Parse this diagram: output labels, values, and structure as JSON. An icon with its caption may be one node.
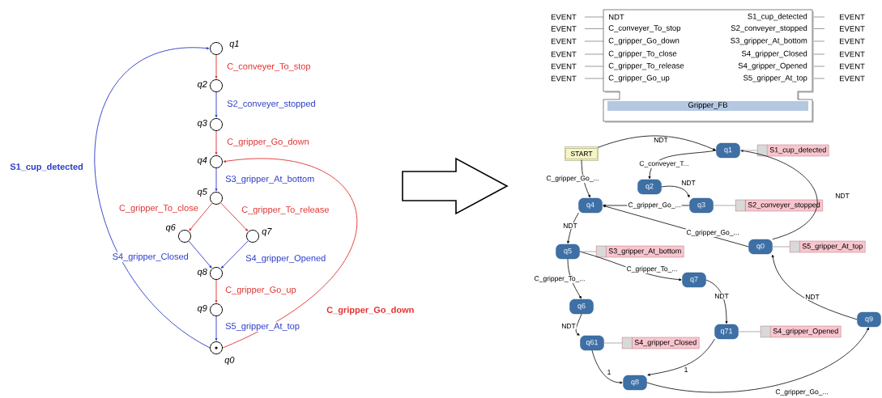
{
  "diagram": {
    "nodes": [
      {
        "text": [],
        "shape": "circle",
        "beside": [
          "q1"
        ]
      },
      {
        "text": [],
        "shape": "circle",
        "beside": [
          "q2"
        ]
      },
      {
        "text": [],
        "shape": "circle",
        "beside": [
          "q3"
        ]
      },
      {
        "text": [],
        "shape": "circle",
        "beside": [
          "q4"
        ]
      },
      {
        "text": [],
        "shape": "circle",
        "beside": [
          "q5"
        ]
      },
      {
        "text": [],
        "shape": "circle",
        "beside": [
          "q6"
        ]
      },
      {
        "text": [],
        "shape": "circle",
        "beside": [
          "q7"
        ]
      },
      {
        "text": [],
        "shape": "circle",
        "beside": [
          "q8"
        ]
      },
      {
        "text": [],
        "shape": "circle",
        "beside": [
          "q9"
        ]
      },
      {
        "text": [],
        "shape": "circle",
        "beside": [
          "q0"
        ]
      },
      {
        "text": [
          "Gripper_FB"
        ]
      },
      {
        "text": [
          "START"
        ]
      },
      {
        "text": [
          "q1"
        ]
      },
      {
        "text": [
          "S1_cup_detected"
        ]
      },
      {
        "text": [
          "q2"
        ]
      },
      {
        "text": [
          "q3"
        ]
      },
      {
        "text": [
          "S2_conveyer_stopped"
        ]
      },
      {
        "text": [
          "q4"
        ]
      },
      {
        "text": [
          "q0"
        ]
      },
      {
        "text": [
          "S5_gripper_At_top"
        ]
      },
      {
        "text": [
          "q5"
        ]
      },
      {
        "text": [
          "S3_gripper_At_bottom"
        ]
      },
      {
        "text": [
          "q7"
        ]
      },
      {
        "text": [
          "q6"
        ]
      },
      {
        "text": [
          "q71"
        ]
      },
      {
        "text": [
          "S4_gripper_Opened"
        ]
      },
      {
        "text": [
          "q61"
        ]
      },
      {
        "text": [
          "S4_gripper_Closed"
        ]
      },
      {
        "text": [
          "q8"
        ]
      },
      {
        "text": [
          "q9"
        ]
      }
    ],
    "edges": [
      {
        "from": 0,
        "to": 1,
        "arrow": "to",
        "label": "C_conveyer_To_stop",
        "color": "#e03030"
      },
      {
        "from": 1,
        "to": 2,
        "arrow": "to",
        "label": "S2_conveyer_stopped",
        "color": "#2a3ac8"
      },
      {
        "from": 2,
        "to": 3,
        "arrow": "to",
        "label": "C_gripper_Go_down",
        "color": "#e03030"
      },
      {
        "from": 3,
        "to": 4,
        "arrow": "to",
        "label": "S3_gripper_At_bottom",
        "color": "#2a3ac8"
      },
      {
        "from": 4,
        "to": 5,
        "arrow": "to",
        "label": "C_gripper_To_close",
        "color": "#e03030"
      },
      {
        "from": 4,
        "to": 6,
        "arrow": "to",
        "label": "C_gripper_To_release",
        "color": "#e03030"
      },
      {
        "from": 5,
        "to": 7,
        "arrow": "to",
        "label": "S4_gripper_Closed",
        "color": "#2a3ac8"
      },
      {
        "from": 6,
        "to": 7,
        "arrow": "to",
        "label": "S4_gripper_Opened",
        "color": "#2a3ac8"
      },
      {
        "from": 7,
        "to": 8,
        "arrow": "to",
        "label": "C_gripper_Go_up",
        "color": "#e03030"
      },
      {
        "from": 8,
        "to": 9,
        "arrow": "to",
        "label": "S5_gripper_At_top",
        "color": "#2a3ac8"
      },
      {
        "from": 9,
        "to": 0,
        "arrow": "to",
        "label": "S1_cup_detected",
        "color": "#2a3ac8"
      },
      {
        "from": 9,
        "to": 3,
        "arrow": "to",
        "label": "C_gripper_Go_down",
        "color": "#e03030"
      },
      {
        "from": 11,
        "to": 12,
        "arrow": "to",
        "label": "NDT"
      },
      {
        "from": 11,
        "to": 17,
        "arrow": "to",
        "label": "C_gripper_Go_..."
      },
      {
        "from": 12,
        "to": 14,
        "arrow": "to",
        "label": "C_conveyer_T..."
      },
      {
        "from": 14,
        "to": 15,
        "arrow": "to",
        "label": "NDT"
      },
      {
        "from": 15,
        "to": 17,
        "arrow": "to",
        "label": "C_gripper_Go_..."
      },
      {
        "from": 18,
        "to": 17,
        "arrow": "to",
        "label": "C_gripper_Go_..."
      },
      {
        "from": 18,
        "to": 12,
        "arrow": "to",
        "label": "NDT"
      },
      {
        "from": 17,
        "to": 20,
        "arrow": "to",
        "label": "NDT"
      },
      {
        "from": 20,
        "to": 22,
        "arrow": "to",
        "label": "C_gripper_To_..."
      },
      {
        "from": 20,
        "to": 23,
        "arrow": "to",
        "label": "C_gripper_To_..."
      },
      {
        "from": 22,
        "to": 24,
        "arrow": "to",
        "label": "NDT"
      },
      {
        "from": 23,
        "to": 26,
        "arrow": "to",
        "label": "NDT"
      },
      {
        "from": 26,
        "to": 28,
        "arrow": "to",
        "label": "1"
      },
      {
        "from": 24,
        "to": 28,
        "arrow": "to",
        "label": "1"
      },
      {
        "from": 28,
        "to": 29,
        "arrow": "to",
        "label": "C_gripper_Go_..."
      },
      {
        "from": 29,
        "to": 18,
        "arrow": "to",
        "label": "NDT"
      },
      {
        "from": 12,
        "to": 13,
        "arrow": "none",
        "color": "#999999"
      },
      {
        "from": 15,
        "to": 16,
        "arrow": "none",
        "color": "#999999"
      },
      {
        "from": 18,
        "to": 19,
        "arrow": "none",
        "color": "#999999"
      },
      {
        "from": 20,
        "to": 21,
        "arrow": "none",
        "color": "#999999"
      },
      {
        "from": 24,
        "to": 25,
        "arrow": "none",
        "color": "#999999"
      },
      {
        "from": 26,
        "to": 27,
        "arrow": "none",
        "color": "#999999"
      }
    ],
    "labels": [
      "EVENT",
      "NDT",
      "S1_cup_detected",
      "EVENT",
      "EVENT",
      "C_conveyer_To_stop",
      "S2_conveyer_stopped",
      "EVENT",
      "EVENT",
      "C_gripper_Go_down",
      "S3_gripper_At_bottom",
      "EVENT",
      "EVENT",
      "C_gripper_To_close",
      "S4_gripper_Closed",
      "EVENT",
      "EVENT",
      "C_gripper_To_release",
      "S4_gripper_Opened",
      "EVENT",
      "EVENT",
      "C_gripper_Go_up",
      "S5_gripper_At_top",
      "EVENT"
    ]
  }
}
